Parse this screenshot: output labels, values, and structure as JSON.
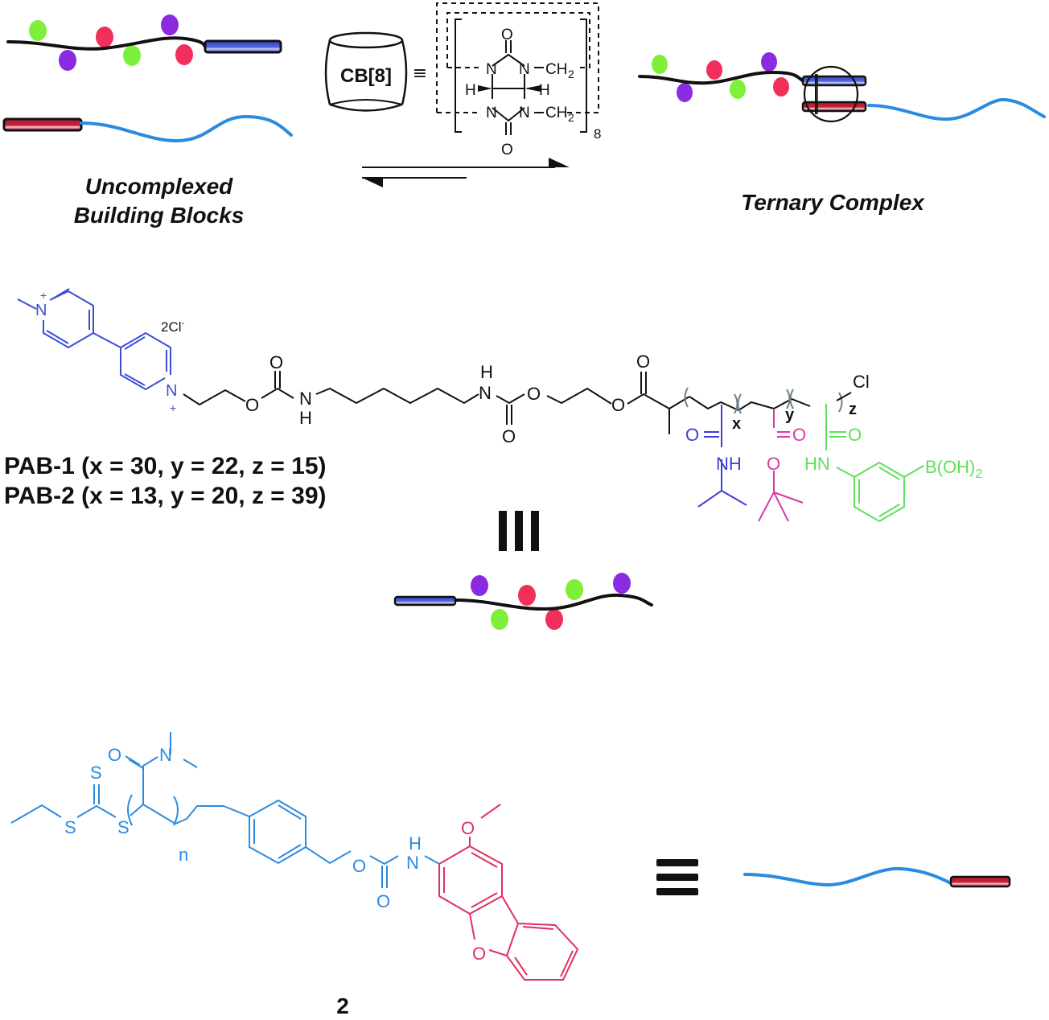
{
  "top": {
    "uncomplexed_label_line1": "Uncomplexed",
    "uncomplexed_label_line2": "Building Blocks",
    "ternary_label": "Ternary Complex",
    "cb8_label": "CB[8]",
    "equiv_symbol": "≡",
    "repeat_subscript": "8",
    "atoms": {
      "O": "O",
      "N": "N",
      "H": "H",
      "CH2": "CH",
      "sub2": "2"
    }
  },
  "pab": {
    "counter_ion": "2Cl",
    "counter_ion_sup": "-",
    "plus": "+",
    "label_1": "PAB-1 (x = 30, y = 22, z = 15)",
    "label_2": "PAB-2 (x = 13, y = 20, z = 39)",
    "sub_x": "x",
    "sub_y": "y",
    "sub_z": "z",
    "end_group": "Cl",
    "boronic": "B(OH)",
    "boronic_sub": "2",
    "nh": "NH",
    "hn": "HN",
    "equiv_vertical": "≡"
  },
  "compound2": {
    "number_label": "2",
    "sub_n": "n",
    "S": "S",
    "equiv_symbol": "≡"
  },
  "colors": {
    "viologen_blue": "#3a4fd6",
    "nipam_blue": "#3b3fd8",
    "tba_magenta": "#d63aa8",
    "boronic_green": "#5fe05a",
    "pdma_blue": "#2b8be0",
    "dibenzofuran_red": "#e0305f",
    "bead_green": "#7ef03a",
    "bead_purple": "#8a2be2",
    "bead_red": "#f0305a",
    "rod_blue": "#3344cc",
    "rod_red": "#c0203a"
  }
}
